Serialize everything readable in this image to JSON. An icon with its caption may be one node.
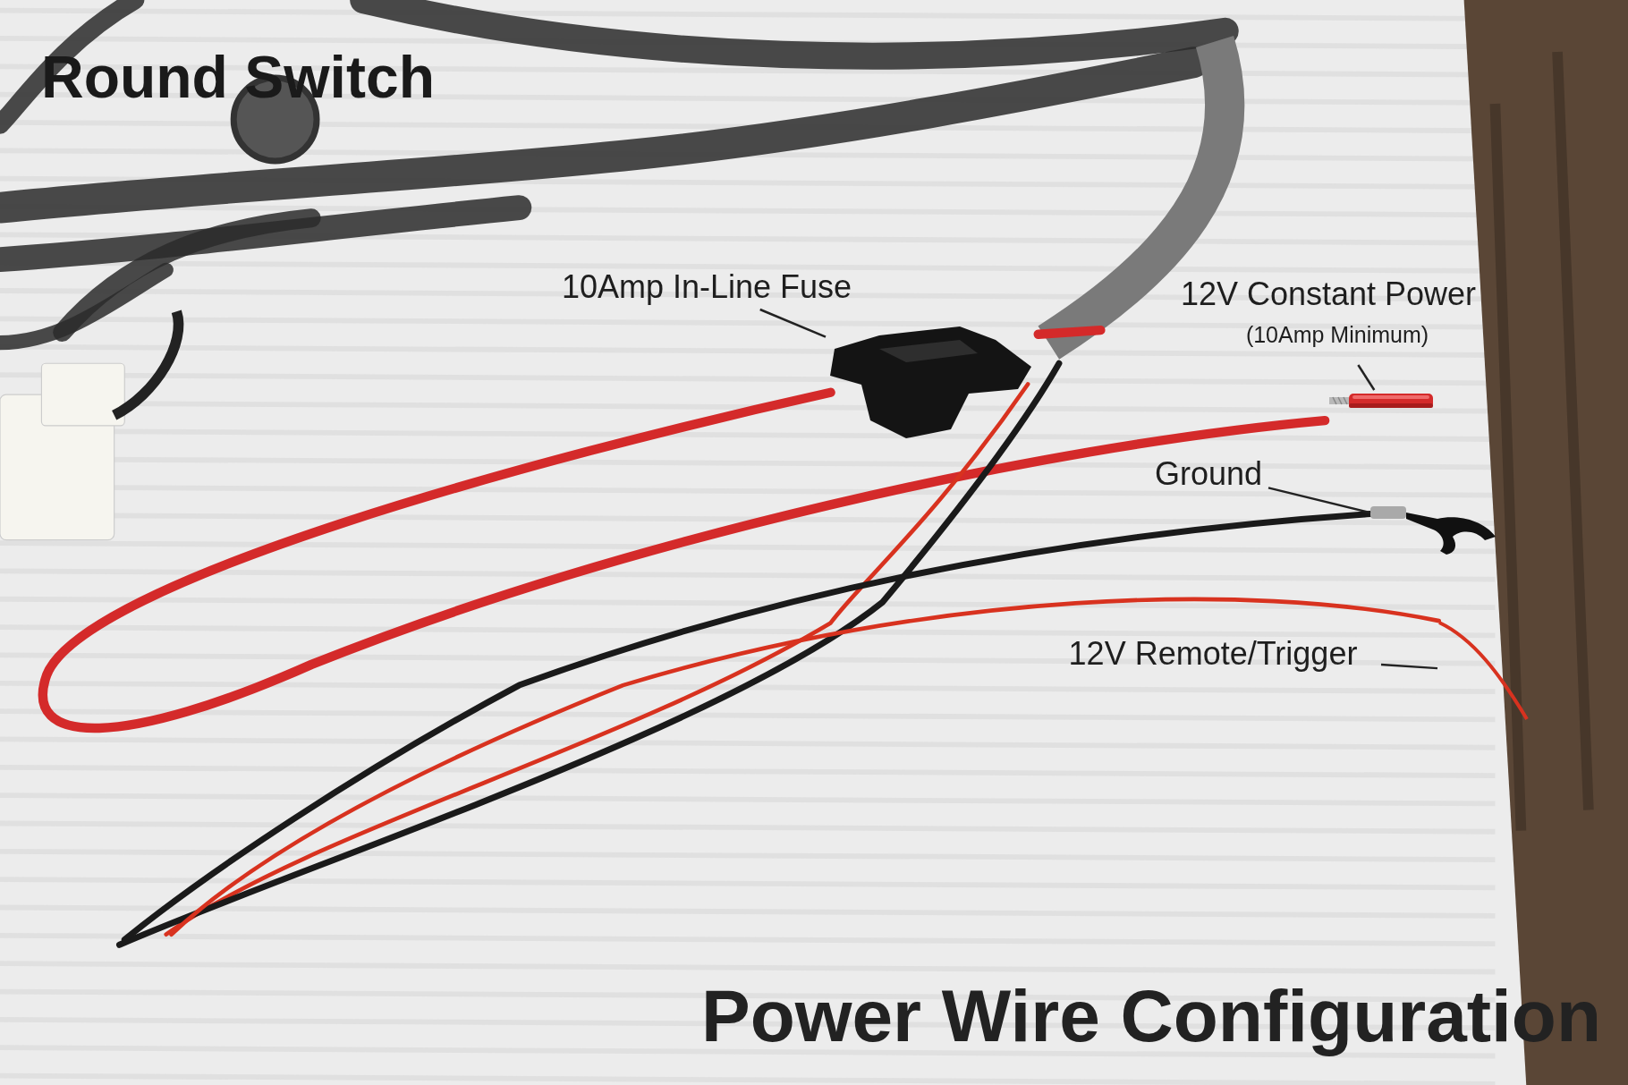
{
  "diagram": {
    "title": "Round Switch",
    "caption": "Power Wire Configuration",
    "nodes": [
      {
        "text": [
          "10Amp In-Line Fuse"
        ]
      },
      {
        "text": [],
        "shape": "picture"
      },
      {
        "text": [
          "12V Constant Power",
          "(10Amp Minimum)"
        ]
      },
      {
        "text": [],
        "shape": "picture"
      },
      {
        "text": [
          "Ground"
        ]
      },
      {
        "text": [],
        "shape": "picture"
      },
      {
        "text": [
          "12V Remote/Trigger"
        ]
      },
      {
        "text": [],
        "shape": "picture"
      }
    ],
    "edges": [
      {
        "from": 0,
        "to": 1,
        "arrow": "none"
      },
      {
        "from": 2,
        "to": 3,
        "arrow": "none"
      },
      {
        "from": 4,
        "to": 5,
        "arrow": "none"
      },
      {
        "from": 6,
        "to": 7,
        "arrow": "none"
      }
    ]
  }
}
